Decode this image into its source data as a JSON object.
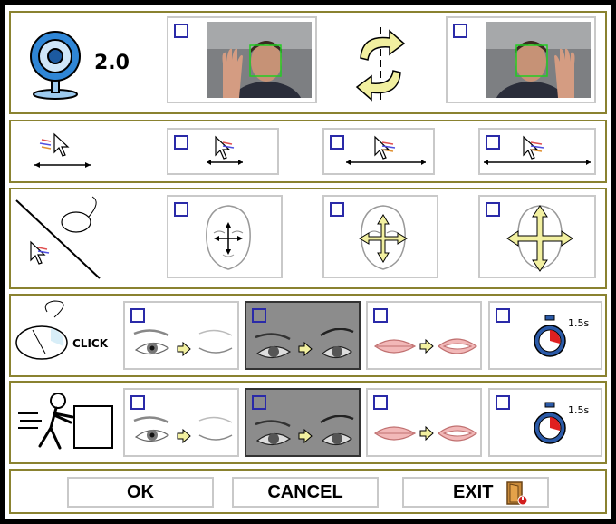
{
  "version_label": "2.0",
  "click_label": "CLICK",
  "timer_label": "1.5s",
  "buttons": {
    "ok": "OK",
    "cancel": "CANCEL",
    "exit": "EXIT"
  },
  "colors": {
    "row_border": "#8a8230",
    "card_border": "#c9c9c9",
    "checkbox": "#2a2aa8",
    "arrow_fill": "#f2f0a0",
    "selected_card": "#8c8c8c"
  },
  "icons": [
    "webcam-icon",
    "flip-icon",
    "cursor-speed-icon",
    "no-mouse-icon",
    "head-move-icon",
    "click-mouse-icon",
    "eye-blink-icon",
    "mouth-open-icon",
    "stopwatch-icon",
    "drag-icon",
    "exit-door-icon"
  ]
}
